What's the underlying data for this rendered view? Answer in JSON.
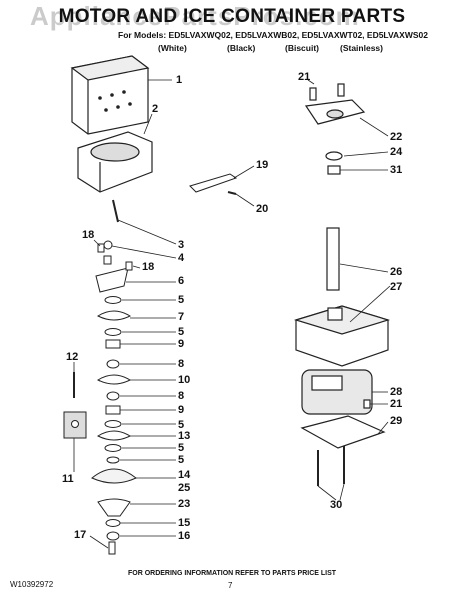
{
  "header": {
    "title": "MOTOR AND ICE CONTAINER PARTS",
    "watermark": "AppliancePartsPros.com",
    "models_line": "For Models: ED5LVAXWQ02, ED5LVAXWB02, ED5LVAXWT02, ED5LVAXWS02",
    "variants": [
      "(White)",
      "(Black)",
      "(Biscuit)",
      "(Stainless)"
    ]
  },
  "callouts": [
    "1",
    "2",
    "3",
    "4",
    "5",
    "6",
    "5",
    "7",
    "5",
    "9",
    "8",
    "10",
    "8",
    "9",
    "5",
    "13",
    "5",
    "14",
    "25",
    "23",
    "15",
    "16",
    "17",
    "18",
    "18",
    "11",
    "12",
    "19",
    "20",
    "21",
    "22",
    "24",
    "31",
    "26",
    "27",
    "28",
    "21",
    "29",
    "30"
  ],
  "footer": {
    "doc_number": "W10392972",
    "page": "7",
    "ordering_note": "FOR ORDERING INFORMATION REFER TO PARTS PRICE LIST"
  }
}
